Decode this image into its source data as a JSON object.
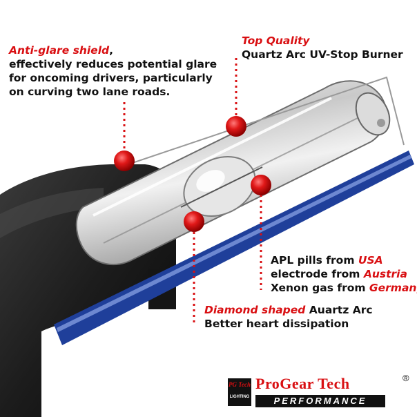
{
  "callouts": {
    "antiglare": {
      "highlight": "Anti-glare shield",
      "after_highlight": ",",
      "lines": [
        "effectively reduces potential glare",
        "for oncoming drivers, particularly",
        "on curving two lane roads."
      ]
    },
    "quality": {
      "highlight": "Top Quality",
      "line": "Quartz Arc UV-Stop Burner"
    },
    "apl": {
      "line1_prefix": "APL pills from ",
      "line1_red": "USA",
      "line2_prefix": "electrode from ",
      "line2_red": "Austria",
      "line3_prefix": "Xenon gas from ",
      "line3_red": "Germany"
    },
    "diamond": {
      "highlight": "Diamond shaped",
      "after_highlight": " Auartz Arc",
      "line": "Better heart dissipation"
    }
  },
  "brand": {
    "badge_top": "PG Tech",
    "badge_bottom": "LIGHTING",
    "name": "ProGear Tech",
    "registered": "®",
    "tagline": "PERFORMANCE"
  },
  "colors": {
    "accent_red": "#d90f12",
    "base_blue": "#1f3f9a",
    "text": "#111111"
  },
  "icons": {
    "marker": "red-dot-marker-icon",
    "bulb": "hid-xenon-bulb-icon"
  }
}
